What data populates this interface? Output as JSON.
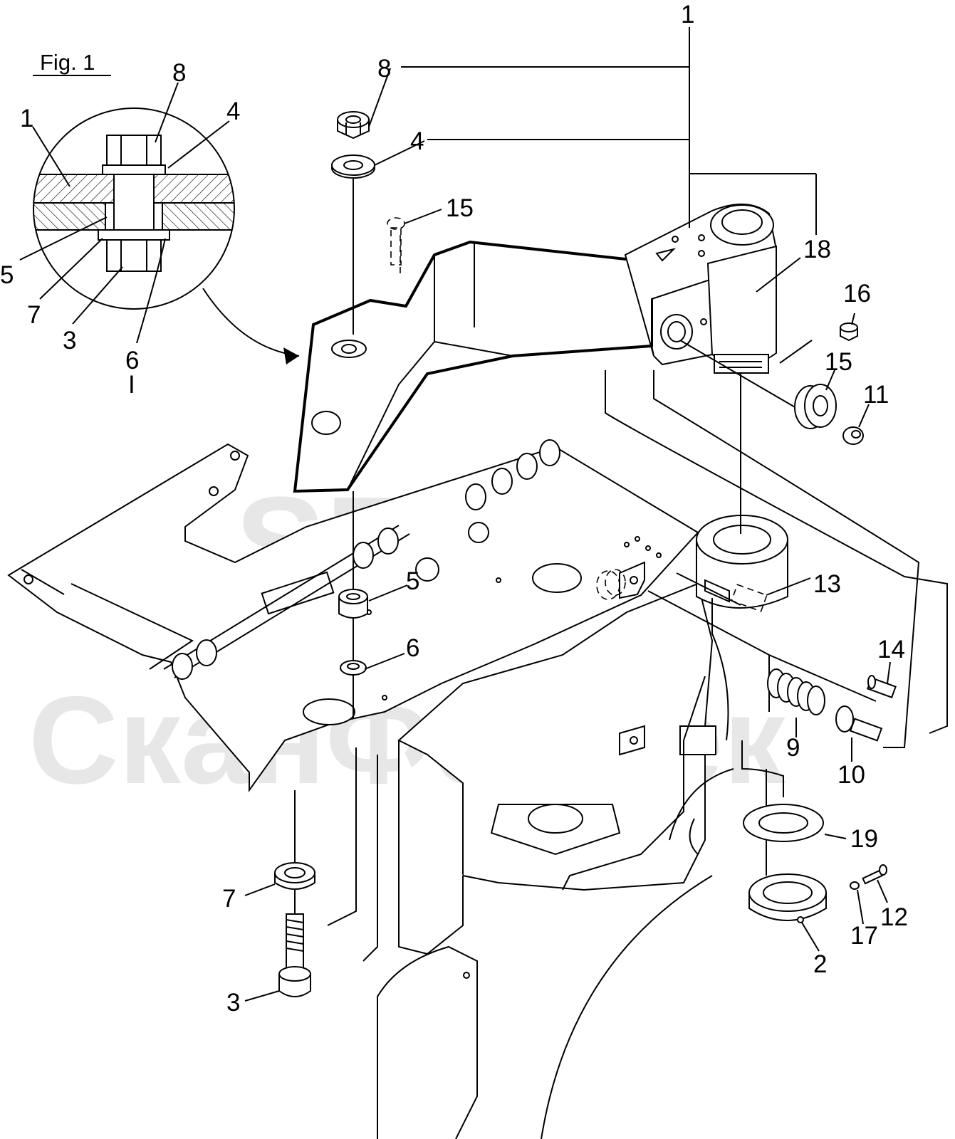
{
  "figure": {
    "title": "Fig. 1",
    "watermark_logo": "SFT",
    "watermark_text": "СканФорТек"
  },
  "callouts": {
    "detail": [
      "1",
      "8",
      "4",
      "5",
      "7",
      "3",
      "6"
    ],
    "main_1": "1",
    "main_8": "8",
    "main_4": "4",
    "main_15_top": "15",
    "main_18": "18",
    "main_16": "16",
    "main_15_right": "15",
    "main_11": "11",
    "main_5": "5",
    "main_6": "6",
    "main_13": "13",
    "main_14": "14",
    "main_9": "9",
    "main_10": "10",
    "main_19": "19",
    "main_7": "7",
    "main_3": "3",
    "main_12": "12",
    "main_17": "17",
    "main_2": "2"
  },
  "section_mark": "I"
}
